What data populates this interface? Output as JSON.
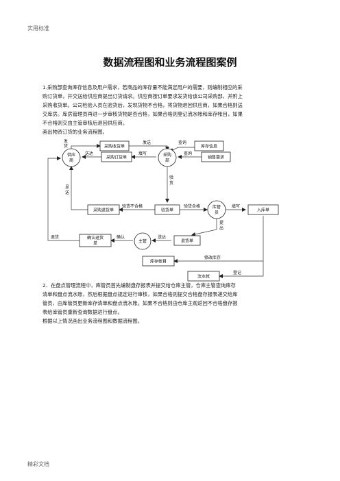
{
  "page": {
    "header": "实用标准",
    "footer": "精彩文档",
    "title": "数据流程图和业务流程图案例",
    "paragraph1": [
      "1.采购部查询库存信息及用户需求，若商品的库存量不能满足用户的需要，则编制相应的采",
      "购订货单，并交送给供应商提出订货请求。供应商按订单要求发货给该公司采购部，并附上",
      "采购收货单。公司检验人员在验货后，发现货物不合格，将货物退回供应商，如果合格则送",
      "交库房。库房管理员再进一步审核货物是否合格，如果合格则登记流水帐和库存帐目，如果",
      "不合格则交由主管审核后退回供应商。",
      "画出物资订货的业务流程图。"
    ],
    "paragraph2": [
      "2．在盘点管理流程中，库管员首先编制盘存报表并提交给仓库主管，仓库主管查询库存",
      "清单和盘点流水账，然后根据盘点规定进行审核，如果合格则提交合格盘存报表递交给库",
      "管员，由库管员更新库存清单和盘点流水账。如果不合格则由仓库主观返回不合格盘存报",
      "表给库管员重新查询数据进行盘点。",
      "根据以上情况画出业务流程图和数据流程图。"
    ]
  },
  "diagram": {
    "nodes": {
      "purchase_receipt": "采购收货单",
      "inventory_info": "库存信息",
      "supplier_a": "供应",
      "supplier_b": "商",
      "purchase_order": "采购订货单",
      "purchasing_a": "采购",
      "purchasing_b": "部",
      "sales_demand": "销售需求",
      "purchase_return": "采购退货单",
      "inspection_form": "验货单",
      "warehouse_a": "库管",
      "warehouse_b": "员",
      "stock_in": "入库单",
      "confirm_return_a": "确认退货",
      "confirm_return_b": "单",
      "supervisor": "主管",
      "return_form": "退货单",
      "inventory_ledger": "库存帐目",
      "journal": "流水帐"
    },
    "labels": {
      "ship_a": "发",
      "ship_b": "货",
      "send": "发送",
      "query1": "查询",
      "deliver": "送达",
      "fill1": "填写",
      "query2": "查询",
      "inspect_a": "验",
      "inspect_b": "货",
      "present_a": "呈",
      "present_b": "送",
      "fail": "验货不合格",
      "pass": "验货合格",
      "fill2": "填写",
      "propose_a": "提",
      "propose_b": "出",
      "return": "退货",
      "confirm": "确认",
      "deliver2": "送达",
      "modify": "修改库存",
      "register": "登记"
    }
  }
}
